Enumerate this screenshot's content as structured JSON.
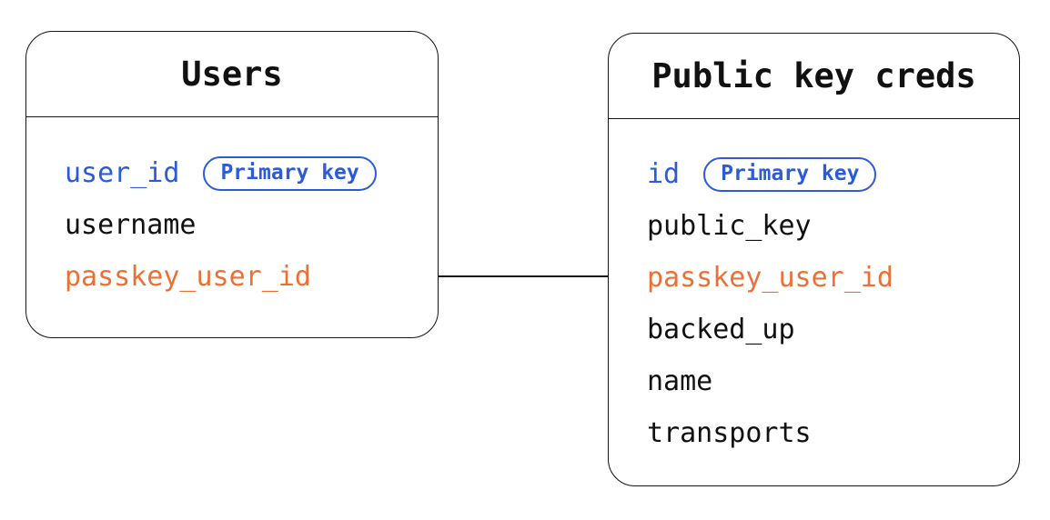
{
  "diagram": {
    "type": "entity-relationship",
    "colors": {
      "primary_key_blue": "#2b5bd9",
      "foreign_key_orange": "#ec7036",
      "text": "#111111",
      "stroke": "#141414",
      "background": "#ffffff"
    },
    "badge_label": "Primary key",
    "connector": {
      "from": "Users.passkey_user_id",
      "to": "Public key creds.passkey_user_id"
    },
    "tables": [
      {
        "title": "Users",
        "fields": [
          {
            "name": "user_id",
            "badge": "Primary key",
            "role": "primary-key"
          },
          {
            "name": "username",
            "badge": "",
            "role": "plain"
          },
          {
            "name": "passkey_user_id",
            "badge": "",
            "role": "foreign-key"
          }
        ]
      },
      {
        "title": "Public key creds",
        "fields": [
          {
            "name": "id",
            "badge": "Primary key",
            "role": "primary-key"
          },
          {
            "name": "public_key",
            "badge": "",
            "role": "plain"
          },
          {
            "name": "passkey_user_id",
            "badge": "",
            "role": "foreign-key"
          },
          {
            "name": "backed_up",
            "badge": "",
            "role": "plain"
          },
          {
            "name": "name",
            "badge": "",
            "role": "plain"
          },
          {
            "name": "transports",
            "badge": "",
            "role": "plain"
          }
        ]
      }
    ]
  }
}
